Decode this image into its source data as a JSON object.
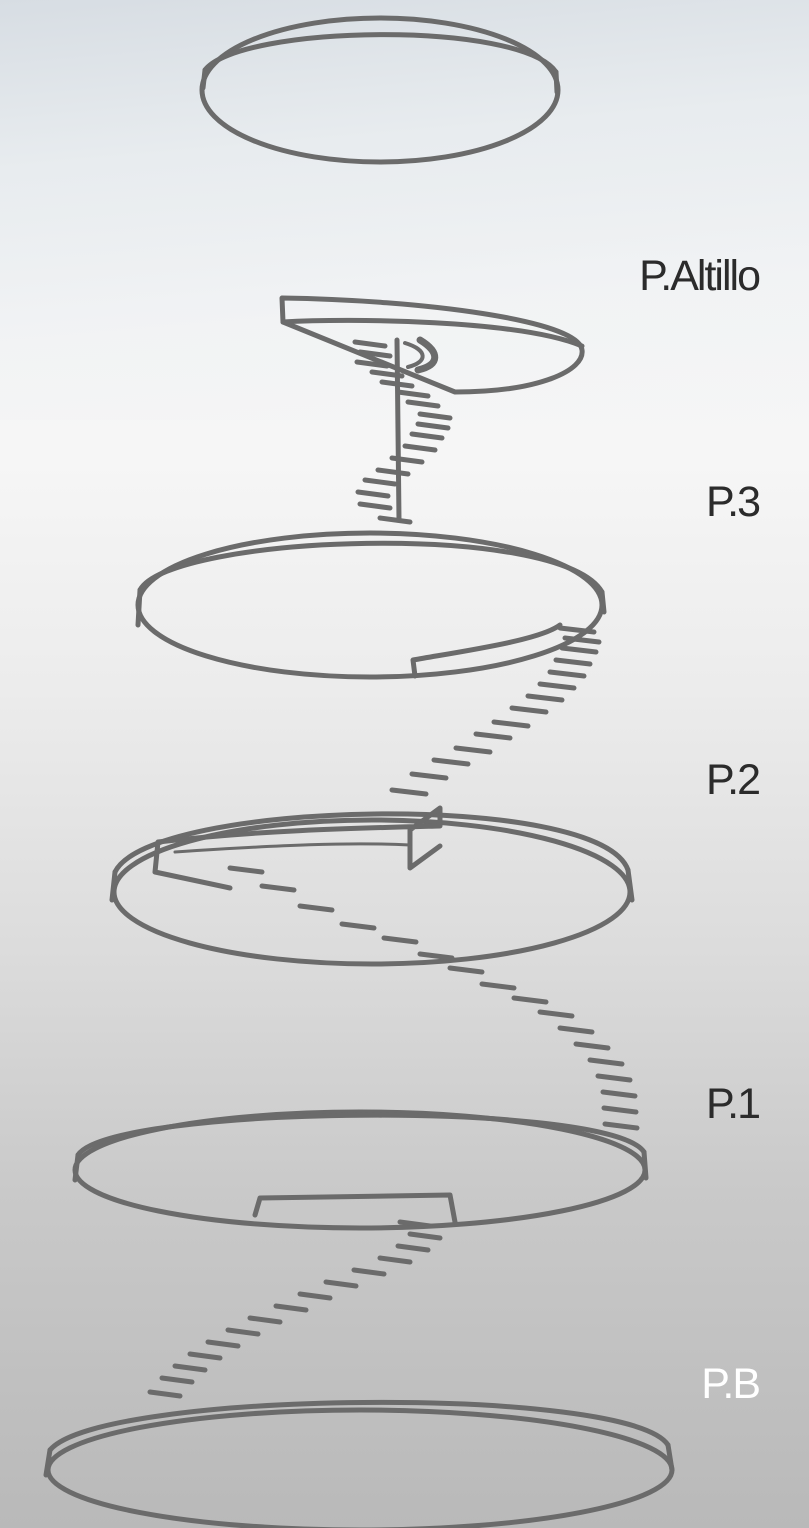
{
  "floors": [
    {
      "label": "P.Altillo",
      "tone": "dark"
    },
    {
      "label": "P.3",
      "tone": "dark"
    },
    {
      "label": "P.2",
      "tone": "dark"
    },
    {
      "label": "P.1",
      "tone": "dark"
    },
    {
      "label": "P.B",
      "tone": "light"
    }
  ],
  "colors": {
    "stroke": "#6b6b6b",
    "label_dark": "#2b2b2b",
    "label_light": "#ffffff"
  }
}
